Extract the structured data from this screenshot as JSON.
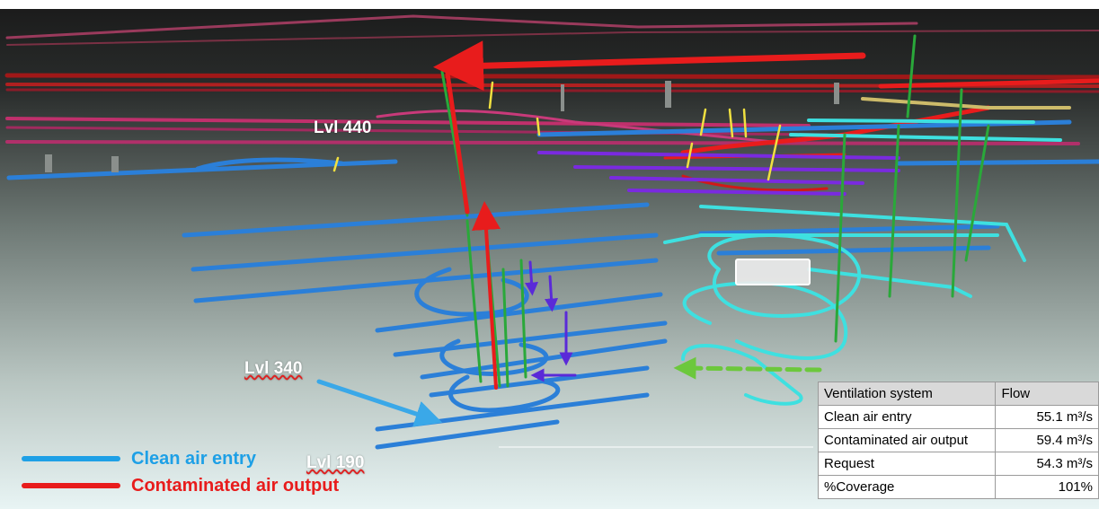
{
  "level_labels": {
    "lvl_440": "Lvl 440",
    "lvl_340": "Lvl 340",
    "lvl_190": "Lvl 190"
  },
  "legend": {
    "clean": {
      "label": "Clean air entry",
      "color": "#1ea0e6"
    },
    "contaminated": {
      "label": "Contaminated air output",
      "color": "#e81c1c"
    }
  },
  "ventilation_table": {
    "header": {
      "system": "Ventilation system",
      "flow": "Flow"
    },
    "rows": [
      {
        "system": "Clean air entry",
        "flow": "55.1 m³/s"
      },
      {
        "system": "Contaminated air output",
        "flow": "59.4 m³/s"
      },
      {
        "system": "Request",
        "flow": "54.3 m³/s"
      },
      {
        "system": "%Coverage",
        "flow": "101%"
      }
    ]
  },
  "colors": {
    "tunnel_blue": "#2b7fd8",
    "tunnel_cyan": "#3ee0e0",
    "tunnel_purple": "#7a2ae0",
    "tunnel_magenta": "#b0306a",
    "tunnel_red": "#e81c1c",
    "shaft_green": "#2aa83a",
    "raise_yellow": "#f0e040",
    "flow_arrow_green": "#6cc83c",
    "flow_arrow_purple": "#5a2ad8"
  }
}
